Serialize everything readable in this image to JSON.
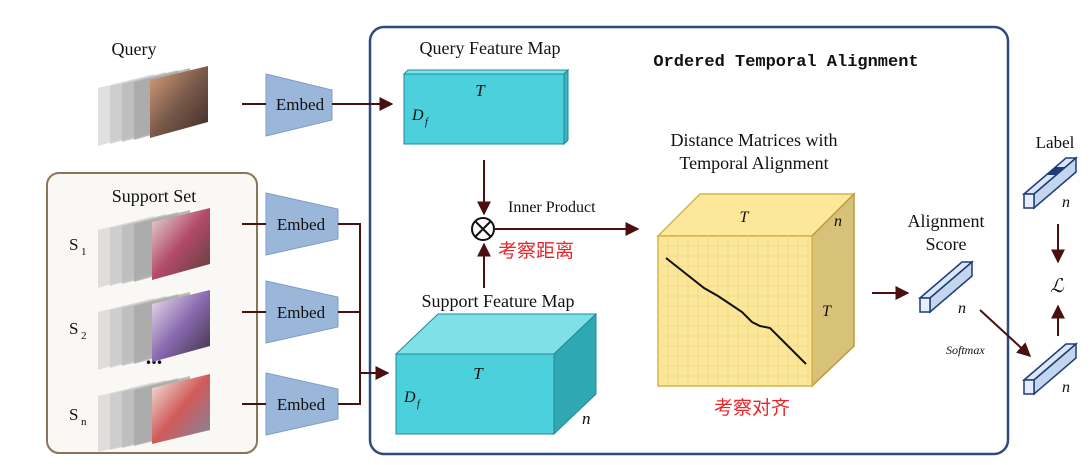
{
  "query": {
    "label": "Query"
  },
  "support_set": {
    "title": "Support Set",
    "rows": [
      {
        "label": "S",
        "sub": "1"
      },
      {
        "label": "S",
        "sub": "2"
      },
      {
        "label": "S",
        "sub": "n"
      }
    ],
    "ellipsis": "..."
  },
  "embed_label": "Embed",
  "ota": {
    "title": "Ordered Temporal Alignment",
    "query_feature_map": {
      "title": "Query Feature Map",
      "t": "T",
      "d": "D",
      "d_sub": "f"
    },
    "support_feature_map": {
      "title": "Support Feature Map",
      "t": "T",
      "d": "D",
      "d_sub": "f",
      "n": "n"
    },
    "inner_product": "Inner Product",
    "otimes": "⊗",
    "cn_distance": "考察距离",
    "distance_matrices": {
      "title_line1": "Distance Matrices with",
      "title_line2": "Temporal Alignment",
      "t_top": "T",
      "t_side": "T",
      "n": "n"
    },
    "cn_alignment": "考察对齐"
  },
  "alignment_score": {
    "line1": "Alignment",
    "line2": "Score",
    "n": "n"
  },
  "softmax": "Softmax",
  "label_block": {
    "title": "Label",
    "n": "n"
  },
  "loss_symbol": "ℒ",
  "output_n": "n",
  "colors": {
    "ota_border": "#2f4a7c",
    "support_border": "#8b7356",
    "embed_fill": "#9ab6d9",
    "feature_cyan": "#4bd0dc",
    "matrix_yellow": "#fbe79a",
    "arrow": "#4a0f0f",
    "cn_red": "#e8262b"
  }
}
